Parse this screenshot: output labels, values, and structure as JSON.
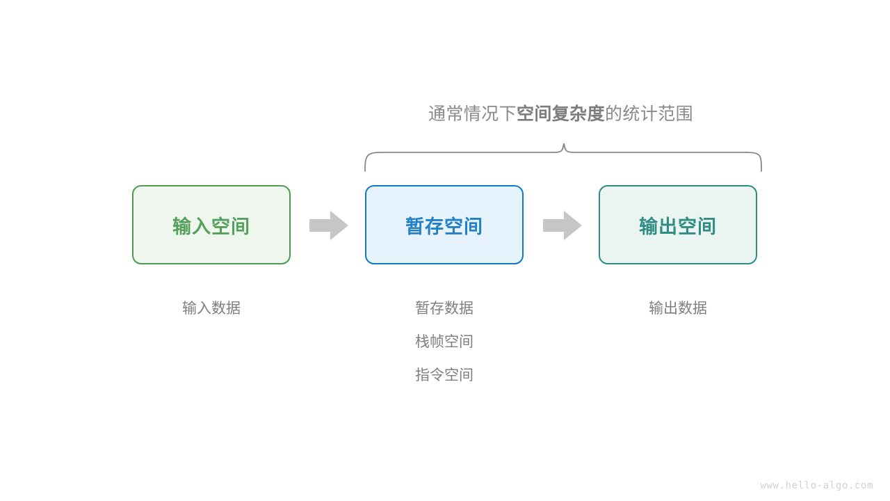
{
  "caption": {
    "segments": [
      {
        "text": "通常情况下",
        "bold": false
      },
      {
        "text": "空间复杂度",
        "bold": true
      },
      {
        "text": "的统计范围",
        "bold": false
      }
    ],
    "full_text": "通常情况下空间复杂度的统计范围"
  },
  "colors": {
    "input_border": "#4e9a51",
    "input_fill": "#eef6ee",
    "input_text": "#55a05c",
    "temp_border": "#1279c9",
    "temp_fill": "#e6f3fd",
    "temp_text": "#2380c8",
    "output_border": "#2e8b83",
    "output_fill": "#eaf4f1",
    "output_text": "#2f8d85",
    "arrow": "#c6c6c6",
    "brace": "#868686",
    "caption_text": "#8a8a8a",
    "label_text": "#7f7f7f",
    "watermark_text": "#d2d2d2"
  },
  "boxes": [
    {
      "id": "input",
      "title": "输入空间"
    },
    {
      "id": "temp",
      "title": "暂存空间"
    },
    {
      "id": "output",
      "title": "输出空间"
    }
  ],
  "arrows": [
    {
      "id": "arrow-input-to-temp",
      "icon": "right-arrow-icon"
    },
    {
      "id": "arrow-temp-to-output",
      "icon": "right-arrow-icon"
    }
  ],
  "columns": [
    {
      "id": "input",
      "labels": [
        "输入数据"
      ]
    },
    {
      "id": "temp",
      "labels": [
        "暂存数据",
        "栈帧空间",
        "指令空间"
      ]
    },
    {
      "id": "output",
      "labels": [
        "输出数据"
      ]
    }
  ],
  "brace": {
    "icon": "curly-brace-icon",
    "spans": [
      "暂存空间",
      "输出空间"
    ]
  },
  "watermark": {
    "text": "www.hello-algo.com"
  }
}
